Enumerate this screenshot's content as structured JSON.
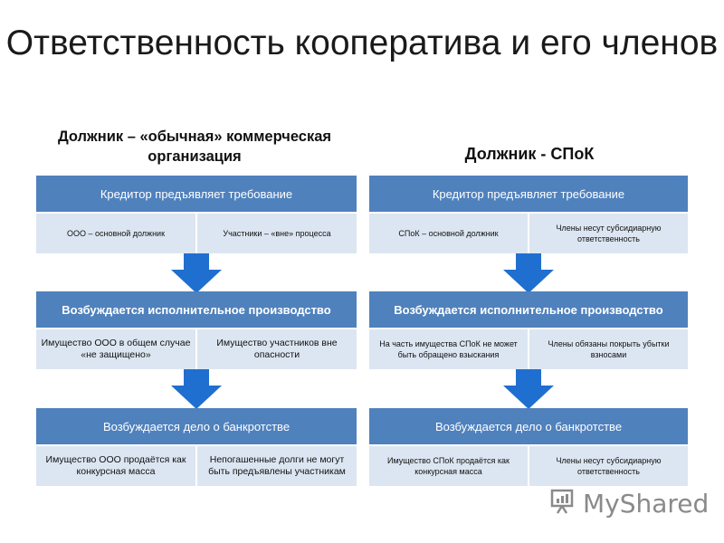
{
  "title": "Ответственность кооператива и его членов",
  "left": {
    "heading": "Должник – «обычная» коммерческая организация",
    "steps": [
      {
        "label": "Кредитор предъявляет требование",
        "cells": [
          "ООО – основной должник",
          "Участники – «вне» процесса"
        ]
      },
      {
        "label": "Возбуждается исполнительное производство",
        "cells": [
          "Имущество ООО в общем случае «не защищено»",
          "Имущество участников вне опасности"
        ]
      },
      {
        "label": "Возбуждается дело о банкротстве",
        "cells": [
          "Имущество ООО продаётся как конкурсная масса",
          "Непогашенные долги не могут быть предъявлены участникам"
        ]
      }
    ]
  },
  "right": {
    "heading": "Должник - СПоК",
    "steps": [
      {
        "label": "Кредитор предъявляет требование",
        "cells": [
          "СПоК – основной должник",
          "Члены несут субсидиарную ответственность"
        ]
      },
      {
        "label": "Возбуждается исполнительное производство",
        "cells": [
          "На часть имущества СПоК не может быть обращено взыскания",
          "Члены обязаны покрыть убытки взносами"
        ]
      },
      {
        "label": "Возбуждается дело о банкротстве",
        "cells": [
          "Имущество СПоК продаётся как конкурсная масса",
          "Члены несут субсидиарную ответственность"
        ]
      }
    ]
  },
  "watermark": {
    "text": "MyShared",
    "icon": "presentation-board-icon"
  },
  "colors": {
    "bar": "#4f81bd",
    "cell": "#dce6f2",
    "arrow": "#1f6fd0"
  }
}
